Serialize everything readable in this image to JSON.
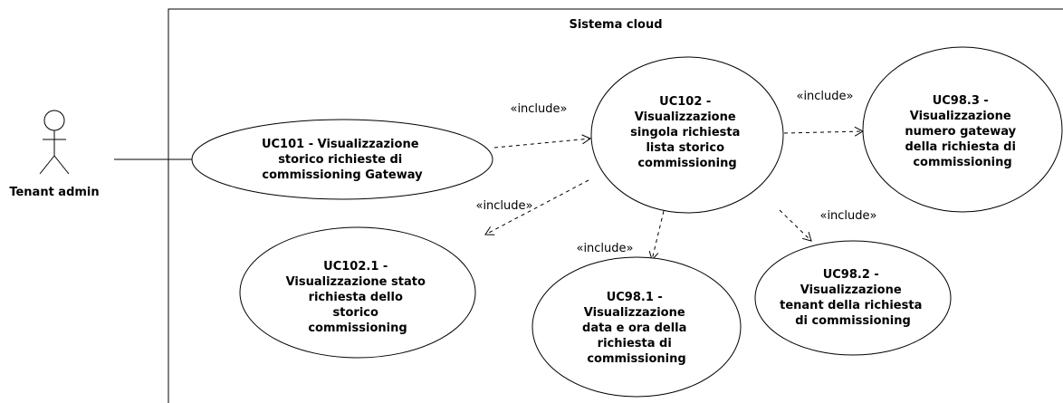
{
  "system": {
    "title": "Sistema cloud"
  },
  "actor": {
    "name": "Tenant admin"
  },
  "use_cases": {
    "uc101": [
      "UC101 - Visualizzazione",
      "storico richieste di",
      "commissioning Gateway"
    ],
    "uc102": [
      "UC102 -",
      "Visualizzazione",
      "singola richiesta",
      "lista storico",
      "commissioning"
    ],
    "uc98_3": [
      "UC98.3 -",
      "Visualizzazione",
      "numero gateway",
      "della richiesta di",
      "commissioning"
    ],
    "uc102_1": [
      "UC102.1 -",
      "Visualizzazione stato",
      "richiesta dello",
      "storico",
      "commissioning"
    ],
    "uc98_1": [
      "UC98.1 -",
      "Visualizzazione",
      "data e ora della",
      "richiesta di",
      "commissioning"
    ],
    "uc98_2": [
      "UC98.2 -",
      "Visualizzazione",
      "tenant della richiesta",
      "di commissioning"
    ]
  },
  "relations": {
    "include_label": "«include»"
  }
}
